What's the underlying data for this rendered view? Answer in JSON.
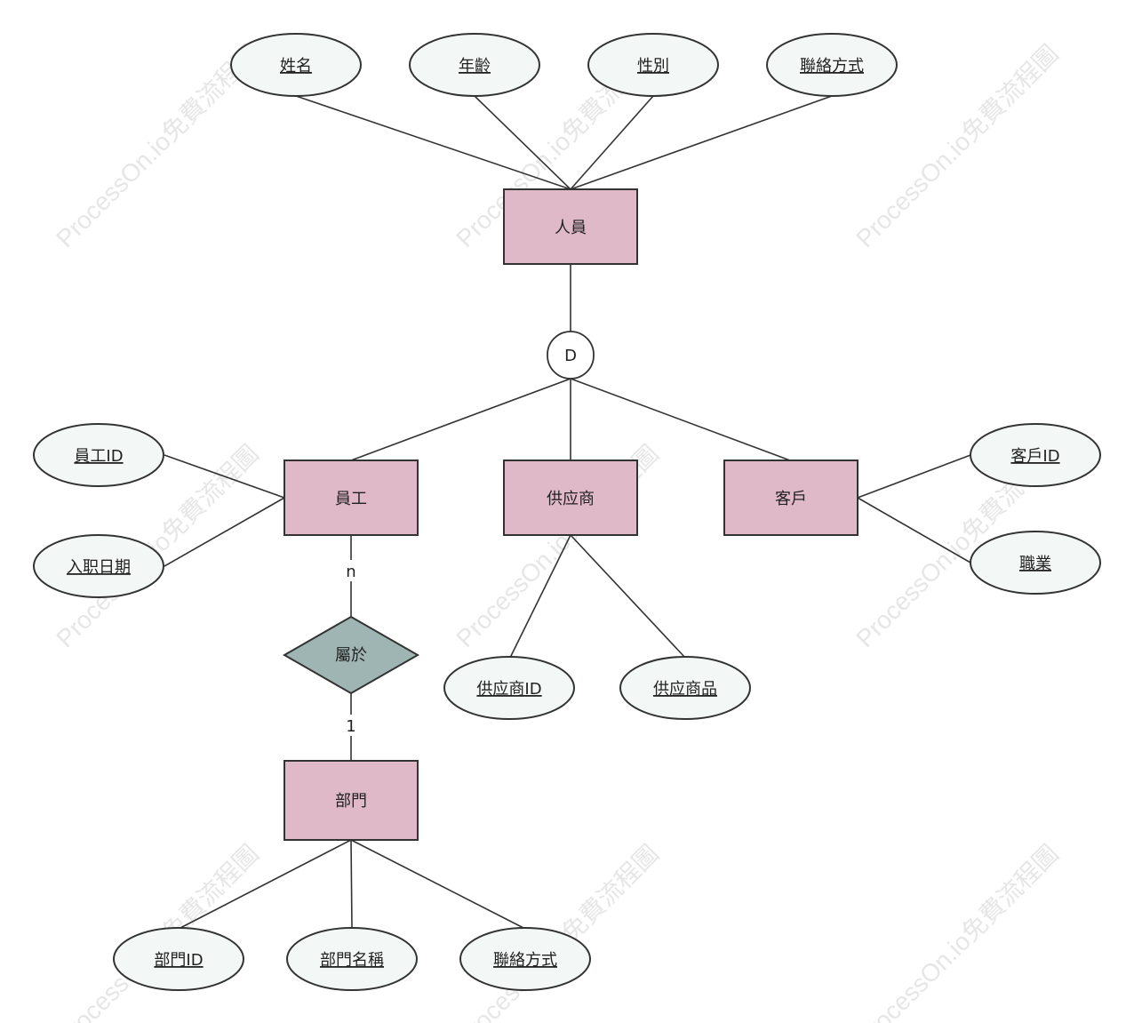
{
  "watermark": "ProcessOn.io免費流程圖",
  "colors": {
    "entity": "#e0b9c8",
    "attribute": "#f3f8f7",
    "relationship": "#9fb5b3",
    "line": "#333333"
  },
  "entities": {
    "person": "人員",
    "employee": "員工",
    "supplier": "供应商",
    "customer": "客戶",
    "department": "部門"
  },
  "specialization": {
    "label": "D"
  },
  "relationship": {
    "label": "屬於",
    "card_employee": "n",
    "card_department": "1"
  },
  "attributes": {
    "person": [
      "姓名",
      "年齡",
      "性別",
      "聯絡方式"
    ],
    "employee": [
      "員工ID",
      "入职日期"
    ],
    "supplier": [
      "供应商ID",
      "供应商品"
    ],
    "customer": [
      "客戶ID",
      "職業"
    ],
    "department": [
      "部門ID",
      "部門名稱",
      "聯絡方式"
    ]
  }
}
